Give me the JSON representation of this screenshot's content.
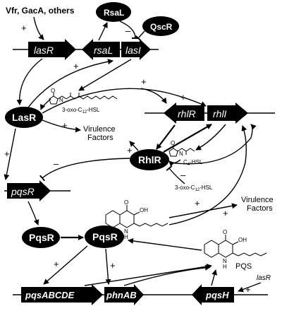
{
  "regulators_top": "Vfr, GacA, others",
  "genes": {
    "lasR": "lasR",
    "rsaL": "rsaL",
    "lasI": "lasI",
    "rhlR": "rhlR",
    "rhlI": "rhlI",
    "pqsR": "pqsR",
    "pqsABCDE": "pqsABCDE",
    "phnAB": "phnAB",
    "pqsH": "pqsH",
    "lasR_small": "lasR"
  },
  "proteins": {
    "RsaL": "RsaL",
    "QscR": "QscR",
    "LasR": "LasR",
    "RhlR": "RhlR",
    "PqsR_left": "PqsR",
    "PqsR_center": "PqsR"
  },
  "signals": {
    "oxo_c12_hsl_a": "3-oxo-C",
    "oxo_c12_sub": "12",
    "hsl_suffix": "-HSL",
    "c4_hsl": "C",
    "c4_sub": "4",
    "oxo_c12_hsl_b": "3-oxo-C",
    "pqs": "PQS"
  },
  "labels": {
    "virulence_1a": "Virulence",
    "virulence_1b": "Factors",
    "virulence_2a": "Virulence",
    "virulence_2b": "Factors"
  },
  "signs": {
    "plus": "+",
    "minus": "–"
  }
}
